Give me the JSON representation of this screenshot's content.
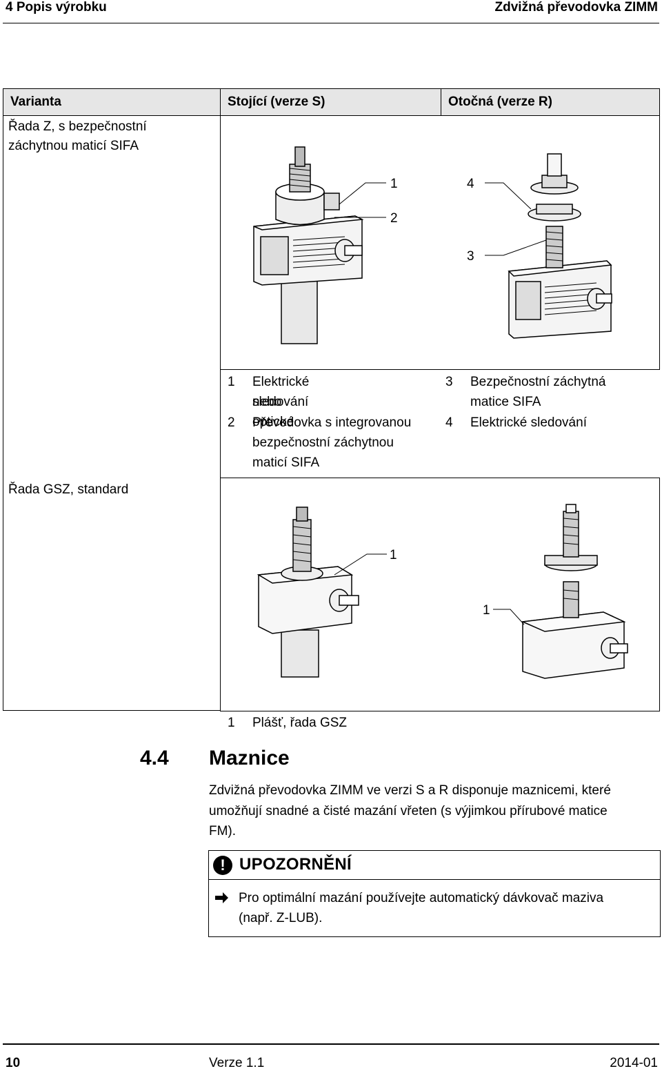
{
  "header": {
    "chapter": "4  Popis výrobku",
    "product": "Zdvižná převodovka ZIMM"
  },
  "table": {
    "col_variant": "Varianta",
    "col_standing": "Stojící (verze S)",
    "col_rotating": "Otočná (verze R)",
    "row1_label_line1": "Řada Z, s bezpečnostní",
    "row1_label_line2": "záchytnou maticí SIFA",
    "row1_callouts": [
      "1",
      "2",
      "4",
      "3"
    ],
    "row1_legend": [
      {
        "num": "1",
        "lines": [
          "Elektrické nebo optické",
          "sledování"
        ]
      },
      {
        "num": "2",
        "lines": [
          "Převodovka s integrovanou",
          "bezpečnostní záchytnou",
          "maticí SIFA"
        ]
      },
      {
        "num": "3",
        "lines": [
          "Bezpečnostní záchytná",
          "matice SIFA"
        ]
      },
      {
        "num": "4",
        "lines": [
          "Elektrické sledování"
        ]
      }
    ],
    "row2_label": "Řada GSZ, standard",
    "row2_callouts": [
      "1",
      "1"
    ],
    "row2_legend": [
      {
        "num": "1",
        "text": "Plášť, řada GSZ"
      }
    ]
  },
  "section": {
    "number": "4.4",
    "title": "Maznice",
    "body_lines": [
      "Zdvižná převodovka ZIMM ve verzi S a R disponuje maznicemi, které",
      "umožňují snadné a čisté mazání vřeten (s výjimkou přírubové matice",
      "FM)."
    ]
  },
  "notice": {
    "icon": "exclamation-icon",
    "title": "UPOZORNĚNÍ",
    "arrow": "arrow-right-icon",
    "lines": [
      "Pro optimální mazání používejte automatický dávkovač maziva",
      "(např. Z-LUB)."
    ]
  },
  "footer": {
    "page": "10",
    "version": "Verze 1.1",
    "date": "2014-01"
  }
}
